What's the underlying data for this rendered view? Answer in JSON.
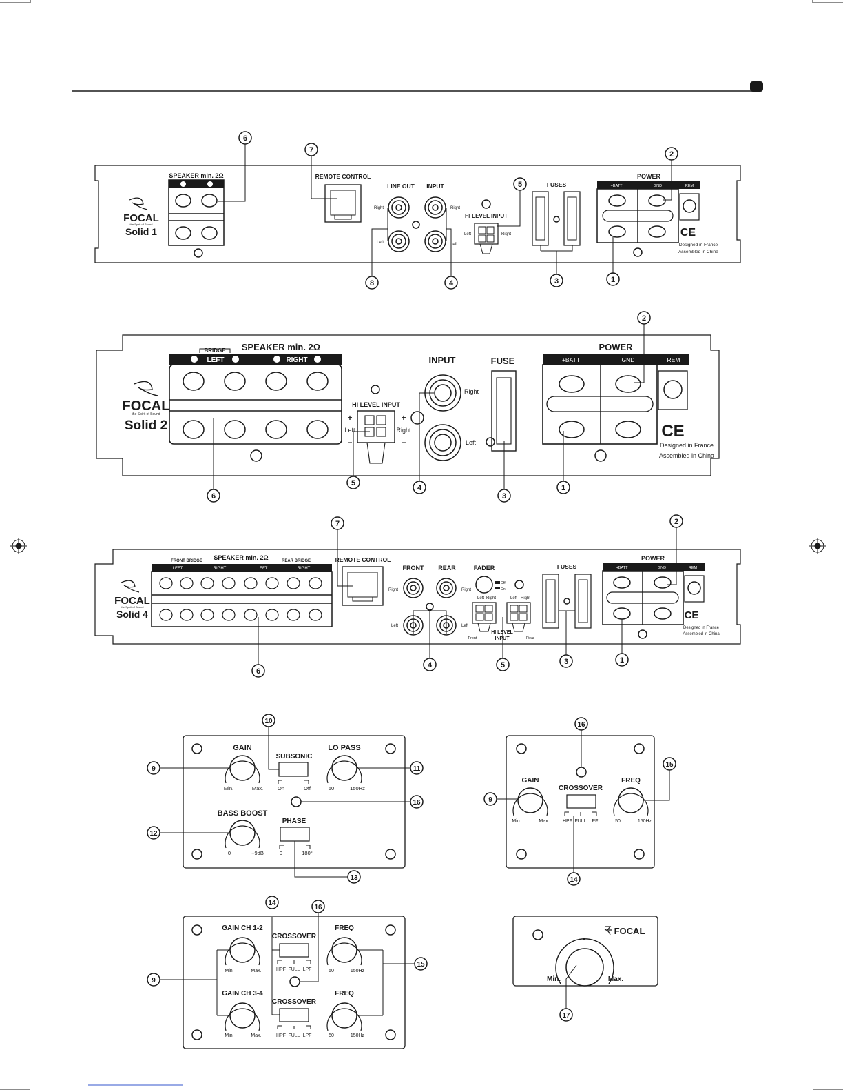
{
  "page_marker_color": "#1a1a1a",
  "ink_color": "#1a1a1a",
  "solid1": {
    "speaker_label": "SPEAKER min. 2Ω",
    "remote_label": "REMOTE CONTROL",
    "line_out_label": "LINE OUT",
    "input_label": "INPUT",
    "right_label": "Right",
    "left_label": "Left",
    "hi_level_label": "HI LEVEL INPUT",
    "fuses_label": "FUSES",
    "power_label": "POWER",
    "batt_label": "+BATT",
    "gnd_label": "GND",
    "rem_label": "REM",
    "brand": "FOCAL",
    "tagline": "the Spirit of Sound",
    "model": "Solid 1",
    "ce": "CE",
    "designed": "Designed in France",
    "assembled": "Assembled in China",
    "callouts": {
      "c6": "6",
      "c7": "7",
      "c5": "5",
      "c2": "2",
      "c8": "8",
      "c4": "4",
      "c3": "3",
      "c1": "1"
    }
  },
  "solid2": {
    "bridge_label": "BRIDGE",
    "speaker_label": "SPEAKER min. 2Ω",
    "left_label": "LEFT",
    "right_label": "RIGHT",
    "input_label": "INPUT",
    "fuse_label": "FUSE",
    "power_label": "POWER",
    "batt_label": "+BATT",
    "gnd_label": "GND",
    "rem_label": "REM",
    "hi_level_label": "HI LEVEL INPUT",
    "left_small": "Left",
    "right_small": "Right",
    "brand": "FOCAL",
    "tagline": "the Spirit of Sound",
    "model": "Solid 2",
    "ce": "CE",
    "designed": "Designed in France",
    "assembled": "Assembled in China",
    "callouts": {
      "c2": "2",
      "c6": "6",
      "c5": "5",
      "c4": "4",
      "c3": "3",
      "c1": "1"
    }
  },
  "solid4": {
    "front_bridge": "FRONT BRIDGE",
    "speaker_label": "SPEAKER min. 2Ω",
    "rear_bridge": "REAR BRIDGE",
    "left_label": "LEFT",
    "right_label": "RIGHT",
    "remote_label": "REMOTE CONTROL",
    "front_label": "FRONT",
    "rear_label": "REAR",
    "fader_label": "FADER",
    "off_label": "Off",
    "on_label": "On",
    "right_small": "Right",
    "left_small": "Left",
    "front_small": "Front",
    "rear_small": "Rear",
    "hi_level_label": "HI LEVEL",
    "input_small": "INPUT",
    "fuses_label": "FUSES",
    "power_label": "POWER",
    "batt_label": "+BATT",
    "gnd_label": "GND",
    "rem_label": "REM",
    "brand": "FOCAL",
    "tagline": "the Spirit of Sound",
    "model": "Solid 4",
    "ce": "CE",
    "designed": "Designed in France",
    "assembled": "Assembled in China",
    "callouts": {
      "c7": "7",
      "c2": "2",
      "c6": "6",
      "c4": "4",
      "c5": "5",
      "c3": "3",
      "c1": "1"
    }
  },
  "panel_a": {
    "gain": "GAIN",
    "min": "Min.",
    "max": "Max.",
    "subsonic": "SUBSONIC",
    "on": "On",
    "off": "Off",
    "lo_pass": "LO PASS",
    "f50": "50",
    "f150": "150Hz",
    "bass_boost": "BASS BOOST",
    "zero": "0",
    "plus9": "+9dB",
    "phase": "PHASE",
    "ph0": "0",
    "ph180": "180°",
    "callouts": {
      "c10": "10",
      "c9": "9",
      "c11": "11",
      "c16": "16",
      "c12": "12",
      "c13": "13"
    }
  },
  "panel_b": {
    "gain": "GAIN",
    "min": "Min.",
    "max": "Max.",
    "crossover": "CROSSOVER",
    "hpf": "HPF",
    "full": "FULL",
    "lpf": "LPF",
    "freq": "FREQ",
    "f50": "50",
    "f150": "150Hz",
    "callouts": {
      "c16": "16",
      "c15": "15",
      "c9": "9",
      "c14": "14"
    }
  },
  "panel_c": {
    "gain12": "GAIN CH 1-2",
    "gain34": "GAIN CH 3-4",
    "min": "Min.",
    "max": "Max.",
    "crossover": "CROSSOVER",
    "hpf": "HPF",
    "full": "FULL",
    "lpf": "LPF",
    "freq": "FREQ",
    "f50": "50",
    "f150": "150Hz",
    "callouts": {
      "c14": "14",
      "c16": "16",
      "c9": "9",
      "c15": "15"
    }
  },
  "panel_d": {
    "brand": "FOCAL",
    "min": "Min.",
    "max": "Max.",
    "callouts": {
      "c17": "17"
    }
  }
}
